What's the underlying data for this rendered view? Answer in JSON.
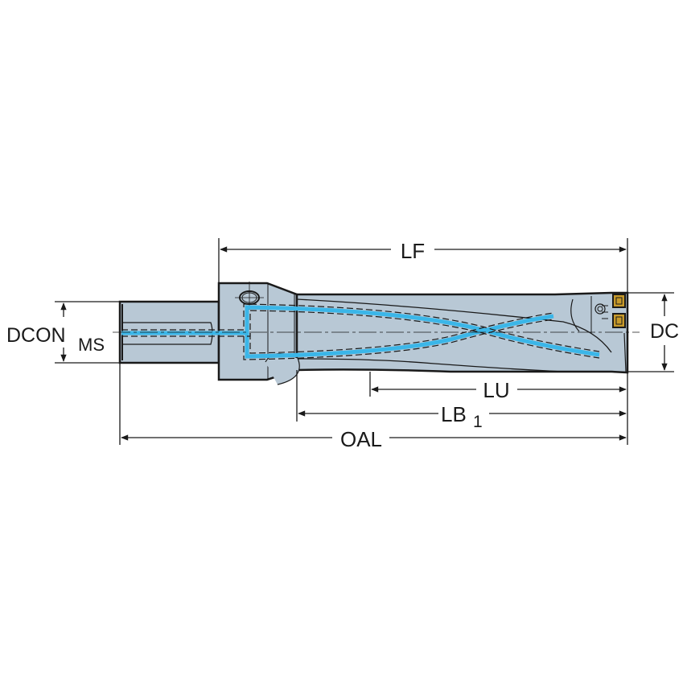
{
  "diagram": {
    "subject": "indexable insert drill with cylindrical shank",
    "colors": {
      "body": "#b8c8d5",
      "outline": "#1a1a1a",
      "coolant": "#3bb6e8",
      "insert": "#c79a2a",
      "background": "#ffffff"
    },
    "dimensions": {
      "lf": "LF",
      "dc": "DC",
      "dcon_main": "DCON",
      "dcon_sub": "MS",
      "lu": "LU",
      "lb_main": "LB",
      "lb_sub": "1",
      "oal": "OAL"
    }
  }
}
